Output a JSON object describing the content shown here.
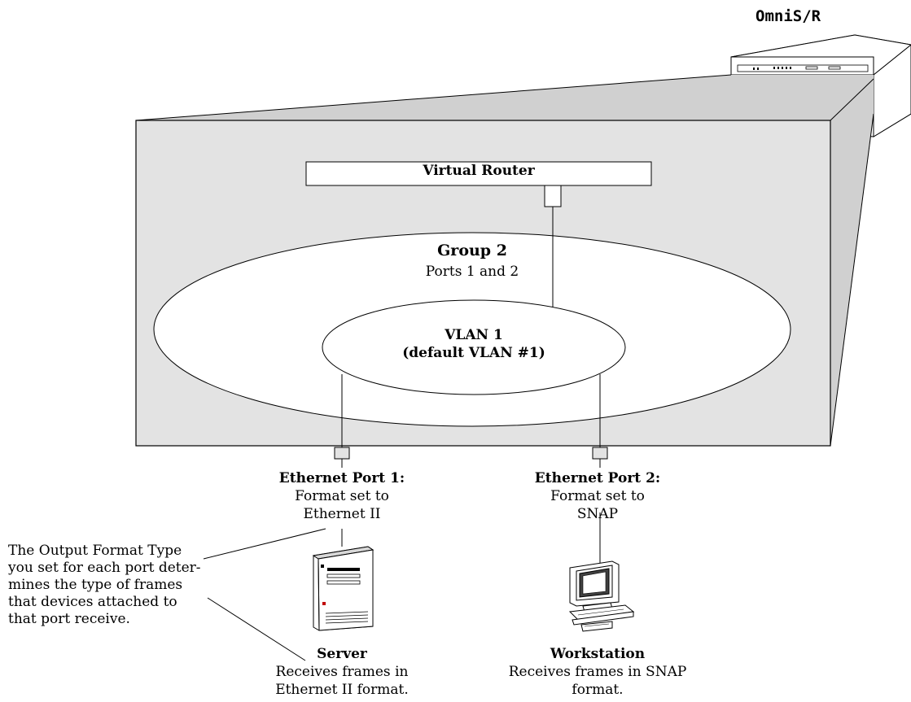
{
  "device": {
    "name": "OmniS/R"
  },
  "router": {
    "label": "Virtual Router"
  },
  "group": {
    "title": "Group 2",
    "subtitle": "Ports 1 and 2"
  },
  "vlan": {
    "line1": "VLAN 1",
    "line2": "(default VLAN #1)"
  },
  "port1": {
    "title": "Ethernet Port 1:",
    "line1": "Format set to",
    "line2": "Ethernet II"
  },
  "port2": {
    "title": "Ethernet Port 2:",
    "line1": "Format set to",
    "line2": "SNAP"
  },
  "server": {
    "title": "Server",
    "line1": "Receives frames in",
    "line2": "Ethernet II format."
  },
  "workstation": {
    "title": "Workstation",
    "line1": "Receives frames in SNAP",
    "line2": "format."
  },
  "note": {
    "lines": [
      "The Output Format Type",
      "you set for each port deter-",
      "mines the type of frames",
      "that devices attached to",
      "that port receive."
    ]
  }
}
